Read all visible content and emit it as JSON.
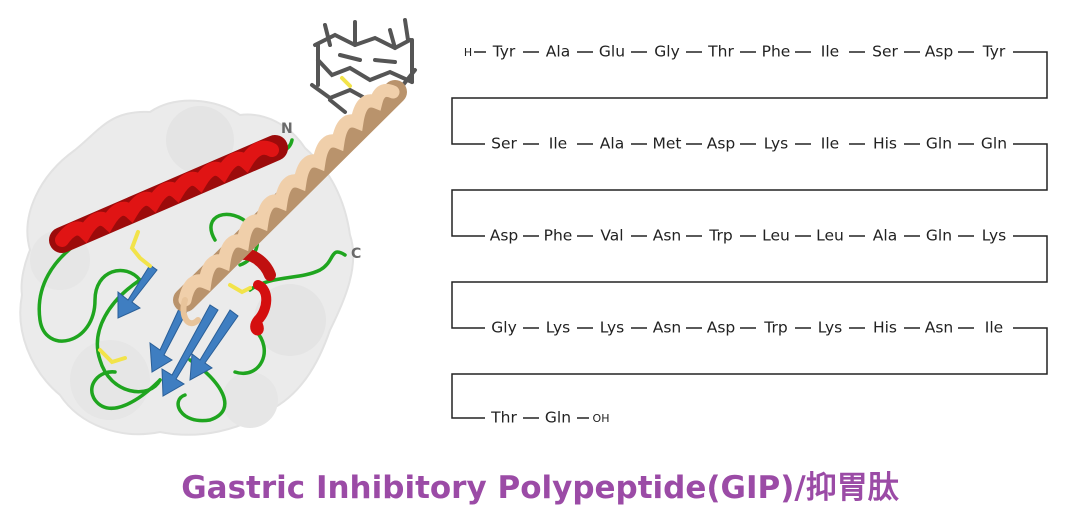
{
  "title": "Gastric Inhibitory Polypeptide(GIP)/抑胃肽",
  "structure": {
    "n_label": "N",
    "c_label": "C",
    "colors": {
      "helix_receptor": "#d40f0f",
      "helix_peptide": "#e8c49b",
      "strand": "#3f7ec1",
      "loop": "#1aa31a",
      "disulfide": "#f2e34a",
      "ligand": "#555555",
      "surface": "#e9e9e9"
    }
  },
  "sequence": {
    "n_terminus": "H",
    "c_terminus": "OH",
    "rows": [
      [
        "Tyr",
        "Ala",
        "Glu",
        "Gly",
        "Thr",
        "Phe",
        "Ile",
        "Ser",
        "Asp",
        "Tyr"
      ],
      [
        "Ser",
        "Ile",
        "Ala",
        "Met",
        "Asp",
        "Lys",
        "Ile",
        "His",
        "Gln",
        "Gln"
      ],
      [
        "Asp",
        "Phe",
        "Val",
        "Asn",
        "Trp",
        "Leu",
        "Leu",
        "Ala",
        "Gln",
        "Lys"
      ],
      [
        "Gly",
        "Lys",
        "Lys",
        "Asn",
        "Asp",
        "Trp",
        "Lys",
        "His",
        "Asn",
        "Ile"
      ],
      [
        "Thr",
        "Gln"
      ]
    ]
  }
}
